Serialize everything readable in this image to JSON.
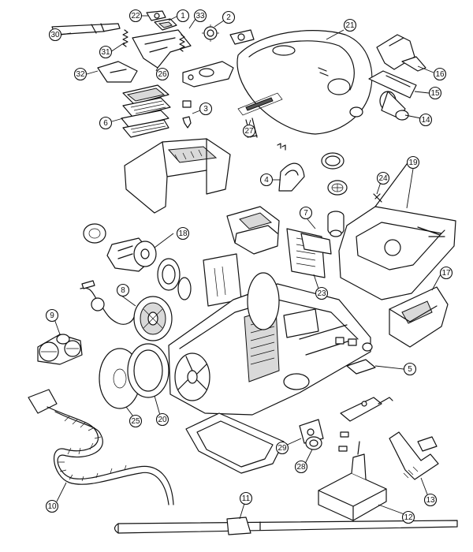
{
  "colors": {
    "line": "#111111",
    "background": "#ffffff"
  },
  "callouts": [
    {
      "id": "callout-1",
      "number": "1"
    },
    {
      "id": "callout-2",
      "number": "2"
    },
    {
      "id": "callout-3",
      "number": "3"
    },
    {
      "id": "callout-4",
      "number": "4"
    },
    {
      "id": "callout-5",
      "number": "5"
    },
    {
      "id": "callout-6",
      "number": "6"
    },
    {
      "id": "callout-7",
      "number": "7"
    },
    {
      "id": "callout-8",
      "number": "8"
    },
    {
      "id": "callout-9",
      "number": "9"
    },
    {
      "id": "callout-10",
      "number": "10"
    },
    {
      "id": "callout-11",
      "number": "11"
    },
    {
      "id": "callout-12",
      "number": "12"
    },
    {
      "id": "callout-13",
      "number": "13"
    },
    {
      "id": "callout-14",
      "number": "14"
    },
    {
      "id": "callout-15",
      "number": "15"
    },
    {
      "id": "callout-16",
      "number": "16"
    },
    {
      "id": "callout-17",
      "number": "17"
    },
    {
      "id": "callout-18",
      "number": "18"
    },
    {
      "id": "callout-19",
      "number": "19"
    },
    {
      "id": "callout-20",
      "number": "20"
    },
    {
      "id": "callout-21",
      "number": "21"
    },
    {
      "id": "callout-22",
      "number": "22"
    },
    {
      "id": "callout-23",
      "number": "23"
    },
    {
      "id": "callout-24",
      "number": "24"
    },
    {
      "id": "callout-25",
      "number": "25"
    },
    {
      "id": "callout-26",
      "number": "26"
    },
    {
      "id": "callout-27",
      "number": "27"
    },
    {
      "id": "callout-28",
      "number": "28"
    },
    {
      "id": "callout-29",
      "number": "29"
    },
    {
      "id": "callout-30",
      "number": "30"
    },
    {
      "id": "callout-31",
      "number": "31"
    },
    {
      "id": "callout-32",
      "number": "32"
    },
    {
      "id": "callout-33",
      "number": "33"
    }
  ]
}
